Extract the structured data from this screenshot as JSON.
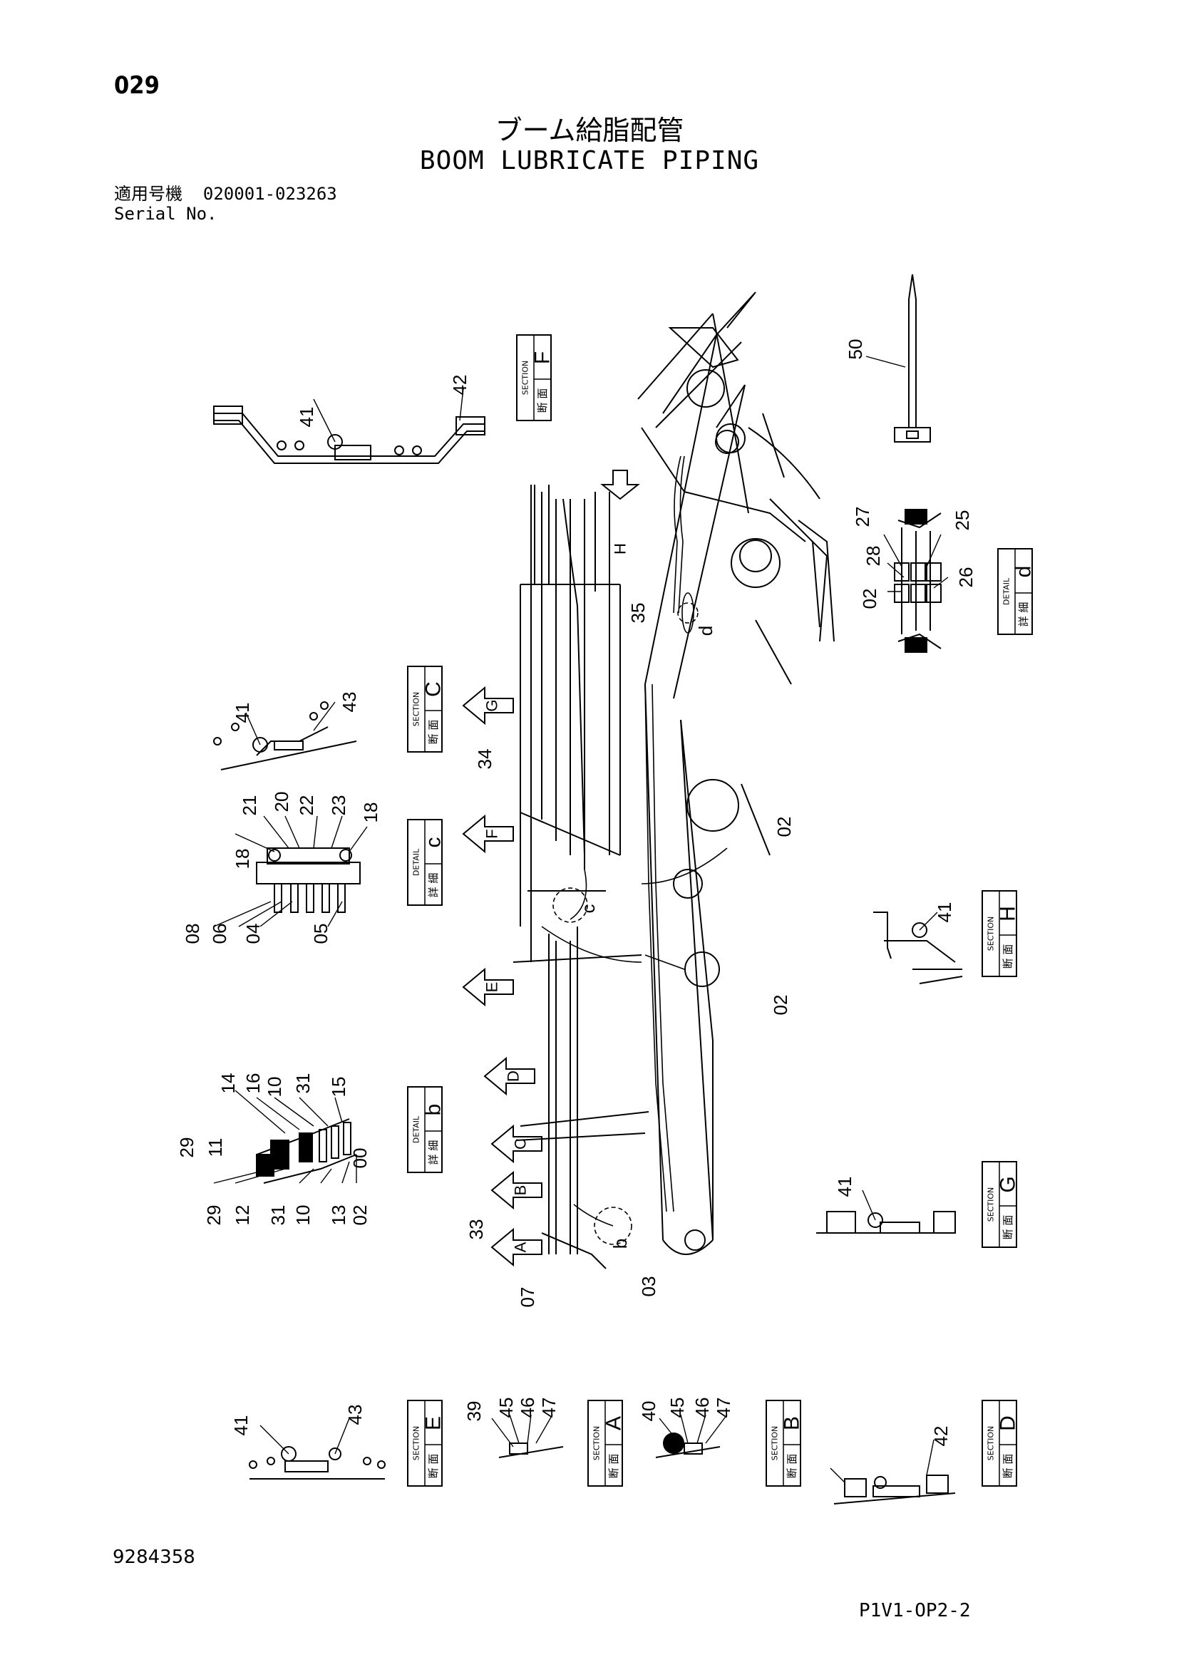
{
  "page": {
    "number": "029",
    "title_jp": "ブーム給脂配管",
    "title_en": "BOOM LUBRICATE PIPING",
    "serial_label_jp": "適用号機",
    "serial_range": "020001-023263",
    "serial_label_en": "Serial No.",
    "document_number": "9284358",
    "sheet_code": "P1V1-OP2-2"
  },
  "section_box": {
    "jp": "断 面",
    "en": "SECTION"
  },
  "detail_box": {
    "jp": "詳 細",
    "en": "DETAIL"
  },
  "sections": [
    {
      "letter": "F"
    },
    {
      "letter": "C"
    },
    {
      "letter": "H"
    },
    {
      "letter": "G"
    },
    {
      "letter": "E"
    },
    {
      "letter": "A"
    },
    {
      "letter": "B"
    },
    {
      "letter": "D"
    }
  ],
  "details": [
    {
      "letter": "c"
    },
    {
      "letter": "b"
    },
    {
      "letter": "d"
    }
  ],
  "view_arrows": [
    "H",
    "G",
    "F",
    "E",
    "D",
    "C",
    "B",
    "A"
  ],
  "detail_markers": [
    "c",
    "d",
    "b"
  ],
  "part_labels": {
    "sec_f": [
      "41",
      "42"
    ],
    "sec_c": [
      "41",
      "43"
    ],
    "det_c": [
      "21",
      "20",
      "22",
      "23",
      "18",
      "18",
      "08",
      "06",
      "04",
      "05"
    ],
    "det_b": [
      "14",
      "16",
      "10",
      "31",
      "15",
      "29",
      "11",
      "00",
      "29",
      "12",
      "31",
      "10",
      "13",
      "02"
    ],
    "main": [
      "50",
      "35",
      "34",
      "02",
      "02",
      "33",
      "07",
      "03"
    ],
    "det_d": [
      "27",
      "25",
      "28",
      "26",
      "02"
    ],
    "sec_h": [
      "41"
    ],
    "sec_g": [
      "41"
    ],
    "sec_e": [
      "41",
      "43"
    ],
    "sec_a": [
      "39",
      "45",
      "46",
      "47"
    ],
    "sec_b": [
      "40",
      "45",
      "46",
      "47"
    ],
    "sec_d": [
      "42"
    ]
  }
}
